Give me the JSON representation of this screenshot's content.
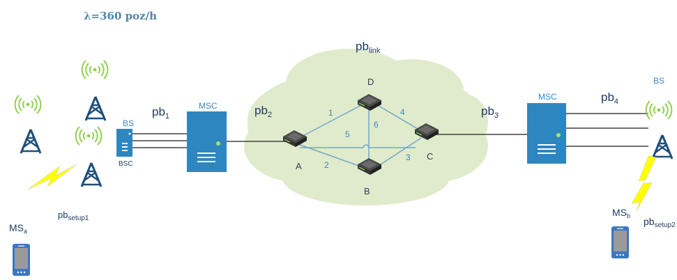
{
  "title": "λ=360 poz/h",
  "labels": {
    "pb_link_base": "pb",
    "pb_link_sub": "link",
    "pb1_base": "pb",
    "pb1_sub": "1",
    "pb2_base": "pb",
    "pb2_sub": "2",
    "pb3_base": "pb",
    "pb3_sub": "3",
    "pb4_base": "pb",
    "pb4_sub": "4",
    "pb_setup1_base": "pb",
    "pb_setup1_sub": "setup1",
    "pb_setup2_base": "pb",
    "pb_setup2_sub": "setup2",
    "ms_a_base": "MS",
    "ms_a_sub": "a",
    "ms_b_base": "MS",
    "ms_b_sub": "b",
    "bs_left": "BS",
    "bsc": "BSC",
    "msc_left": "MSC",
    "msc_right": "MSC",
    "bs_right": "BS"
  },
  "nodes": {
    "a": "A",
    "b": "B",
    "c": "C",
    "d": "D"
  },
  "links": {
    "l1": "1",
    "l2": "2",
    "l3": "3",
    "l4": "4",
    "l5": "5",
    "l6": "6"
  },
  "colors": {
    "tower": "#1f4e79",
    "signal": "#92d050",
    "server": "#2e86c1",
    "cloud": "#e0ebcc",
    "lightning": "#ffff00",
    "link_line": "#6fa8c8"
  }
}
